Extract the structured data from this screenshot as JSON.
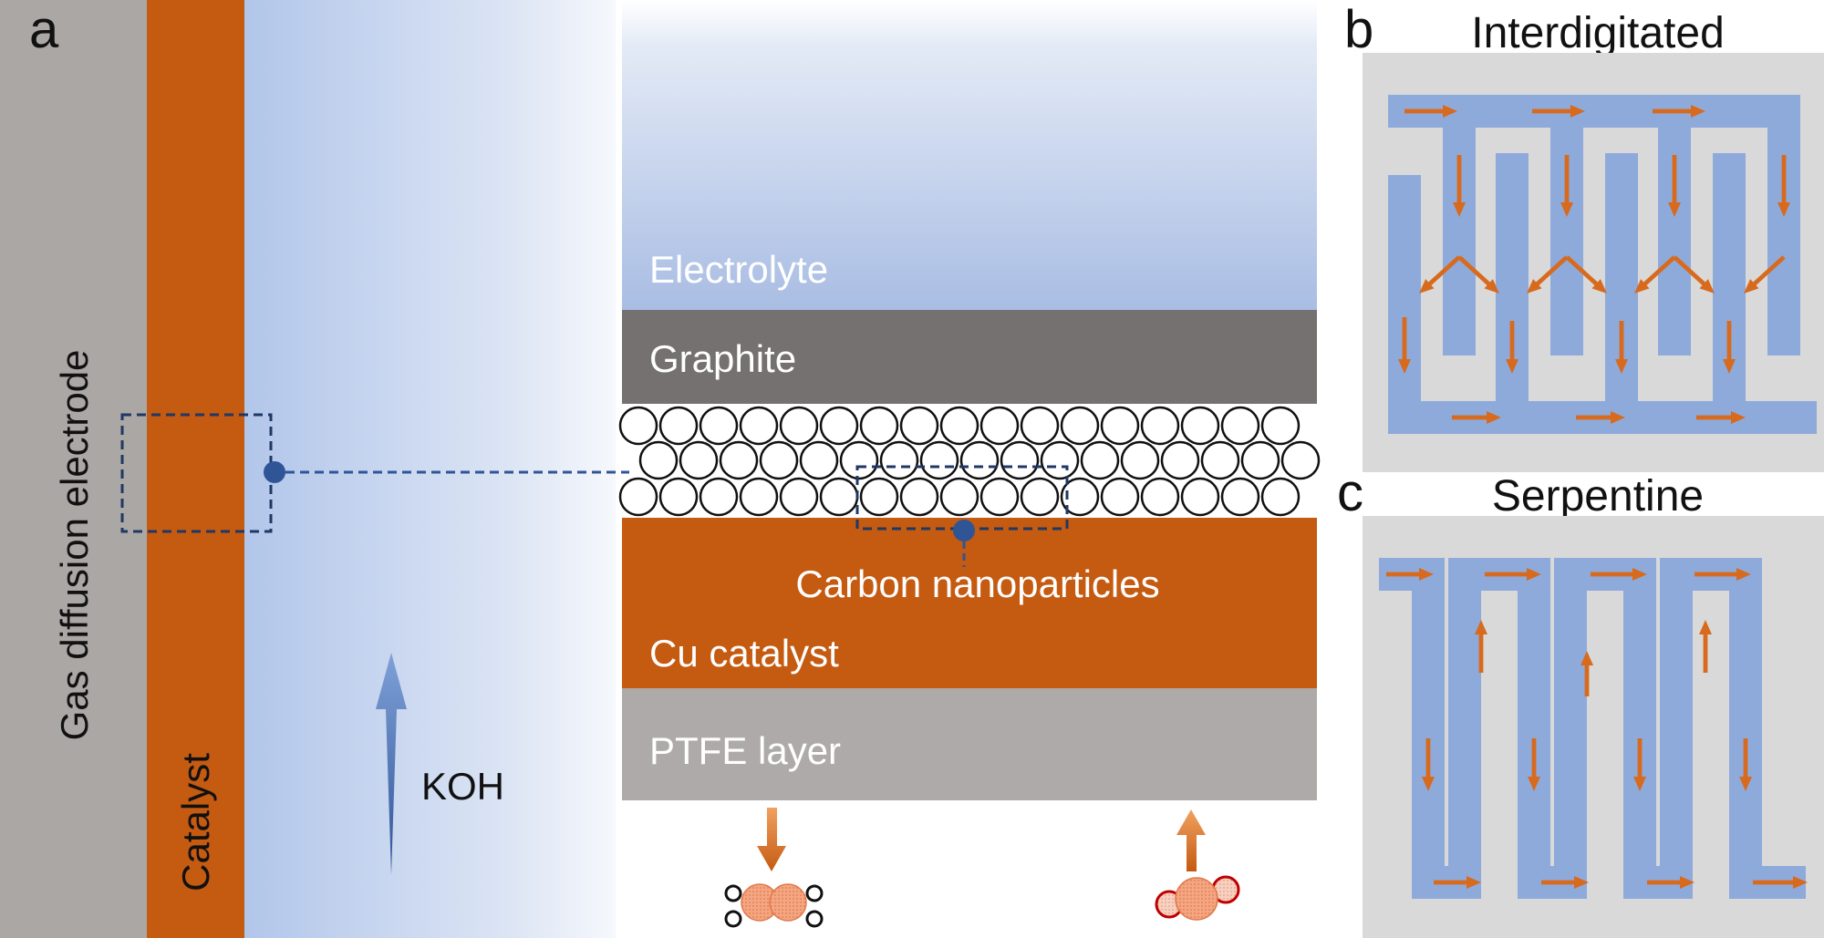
{
  "panel_a": {
    "letter": "a",
    "gde_label": "Gas diffusion electrode",
    "catalyst_label": "Catalyst",
    "koh_label": "KOH",
    "layers": {
      "electrolyte": "Electrolyte",
      "graphite": "Graphite",
      "carbon": "Carbon nanoparticles",
      "cu": "Cu catalyst",
      "ptfe": "PTFE layer"
    }
  },
  "panel_b": {
    "letter": "b",
    "title": "Interdigitated"
  },
  "panel_c": {
    "letter": "c",
    "title": "Serpentine"
  },
  "colors": {
    "gde_gray": "#aba7a5",
    "catalyst_orange": "#c55a11",
    "graphite_gray": "#767171",
    "ptfe_gray": "#aeaaaa",
    "channel_blue": "#8eaadb",
    "panel_bg": "#d9d9d9",
    "dash_blue": "#203864",
    "arrow_orange": "#d86a1e"
  }
}
